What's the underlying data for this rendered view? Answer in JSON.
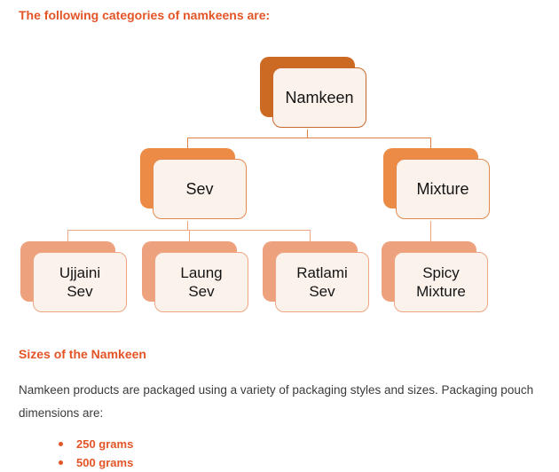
{
  "page": {
    "heading1": "The following categories of namkeens are:",
    "heading2": "Sizes of the Namkeen",
    "paragraph": "Namkeen products are packaged using a variety of packaging styles and sizes. Packaging pouch dimensions are:",
    "bullets": [
      "250 grams",
      "500 grams"
    ]
  },
  "colors": {
    "heading_accent": "#E35426",
    "level1_shape": "#CC6A23",
    "level2_shape": "#EB8B45",
    "level3_shape": "#EDA17C",
    "shape_fill": "#FCF2EC",
    "connector_level1": "#DD8144",
    "connector_level2": "#F0A585",
    "body_text": "#3B3B3B"
  },
  "diagram": {
    "type": "hierarchy-org-chart",
    "nodes": [
      {
        "id": "namkeen",
        "label": "Namkeen",
        "level": 1,
        "parent": null
      },
      {
        "id": "sev",
        "label": "Sev",
        "level": 2,
        "parent": "namkeen"
      },
      {
        "id": "mixture",
        "label": "Mixture",
        "level": 2,
        "parent": "namkeen"
      },
      {
        "id": "ujjaini-sev",
        "label": "Ujjaini Sev",
        "level": 3,
        "parent": "sev"
      },
      {
        "id": "laung-sev",
        "label": "Laung Sev",
        "level": 3,
        "parent": "sev"
      },
      {
        "id": "ratlami-sev",
        "label": "Ratlami Sev",
        "level": 3,
        "parent": "sev"
      },
      {
        "id": "spicy-mixture",
        "label": "Spicy Mixture",
        "level": 3,
        "parent": "mixture"
      }
    ]
  }
}
